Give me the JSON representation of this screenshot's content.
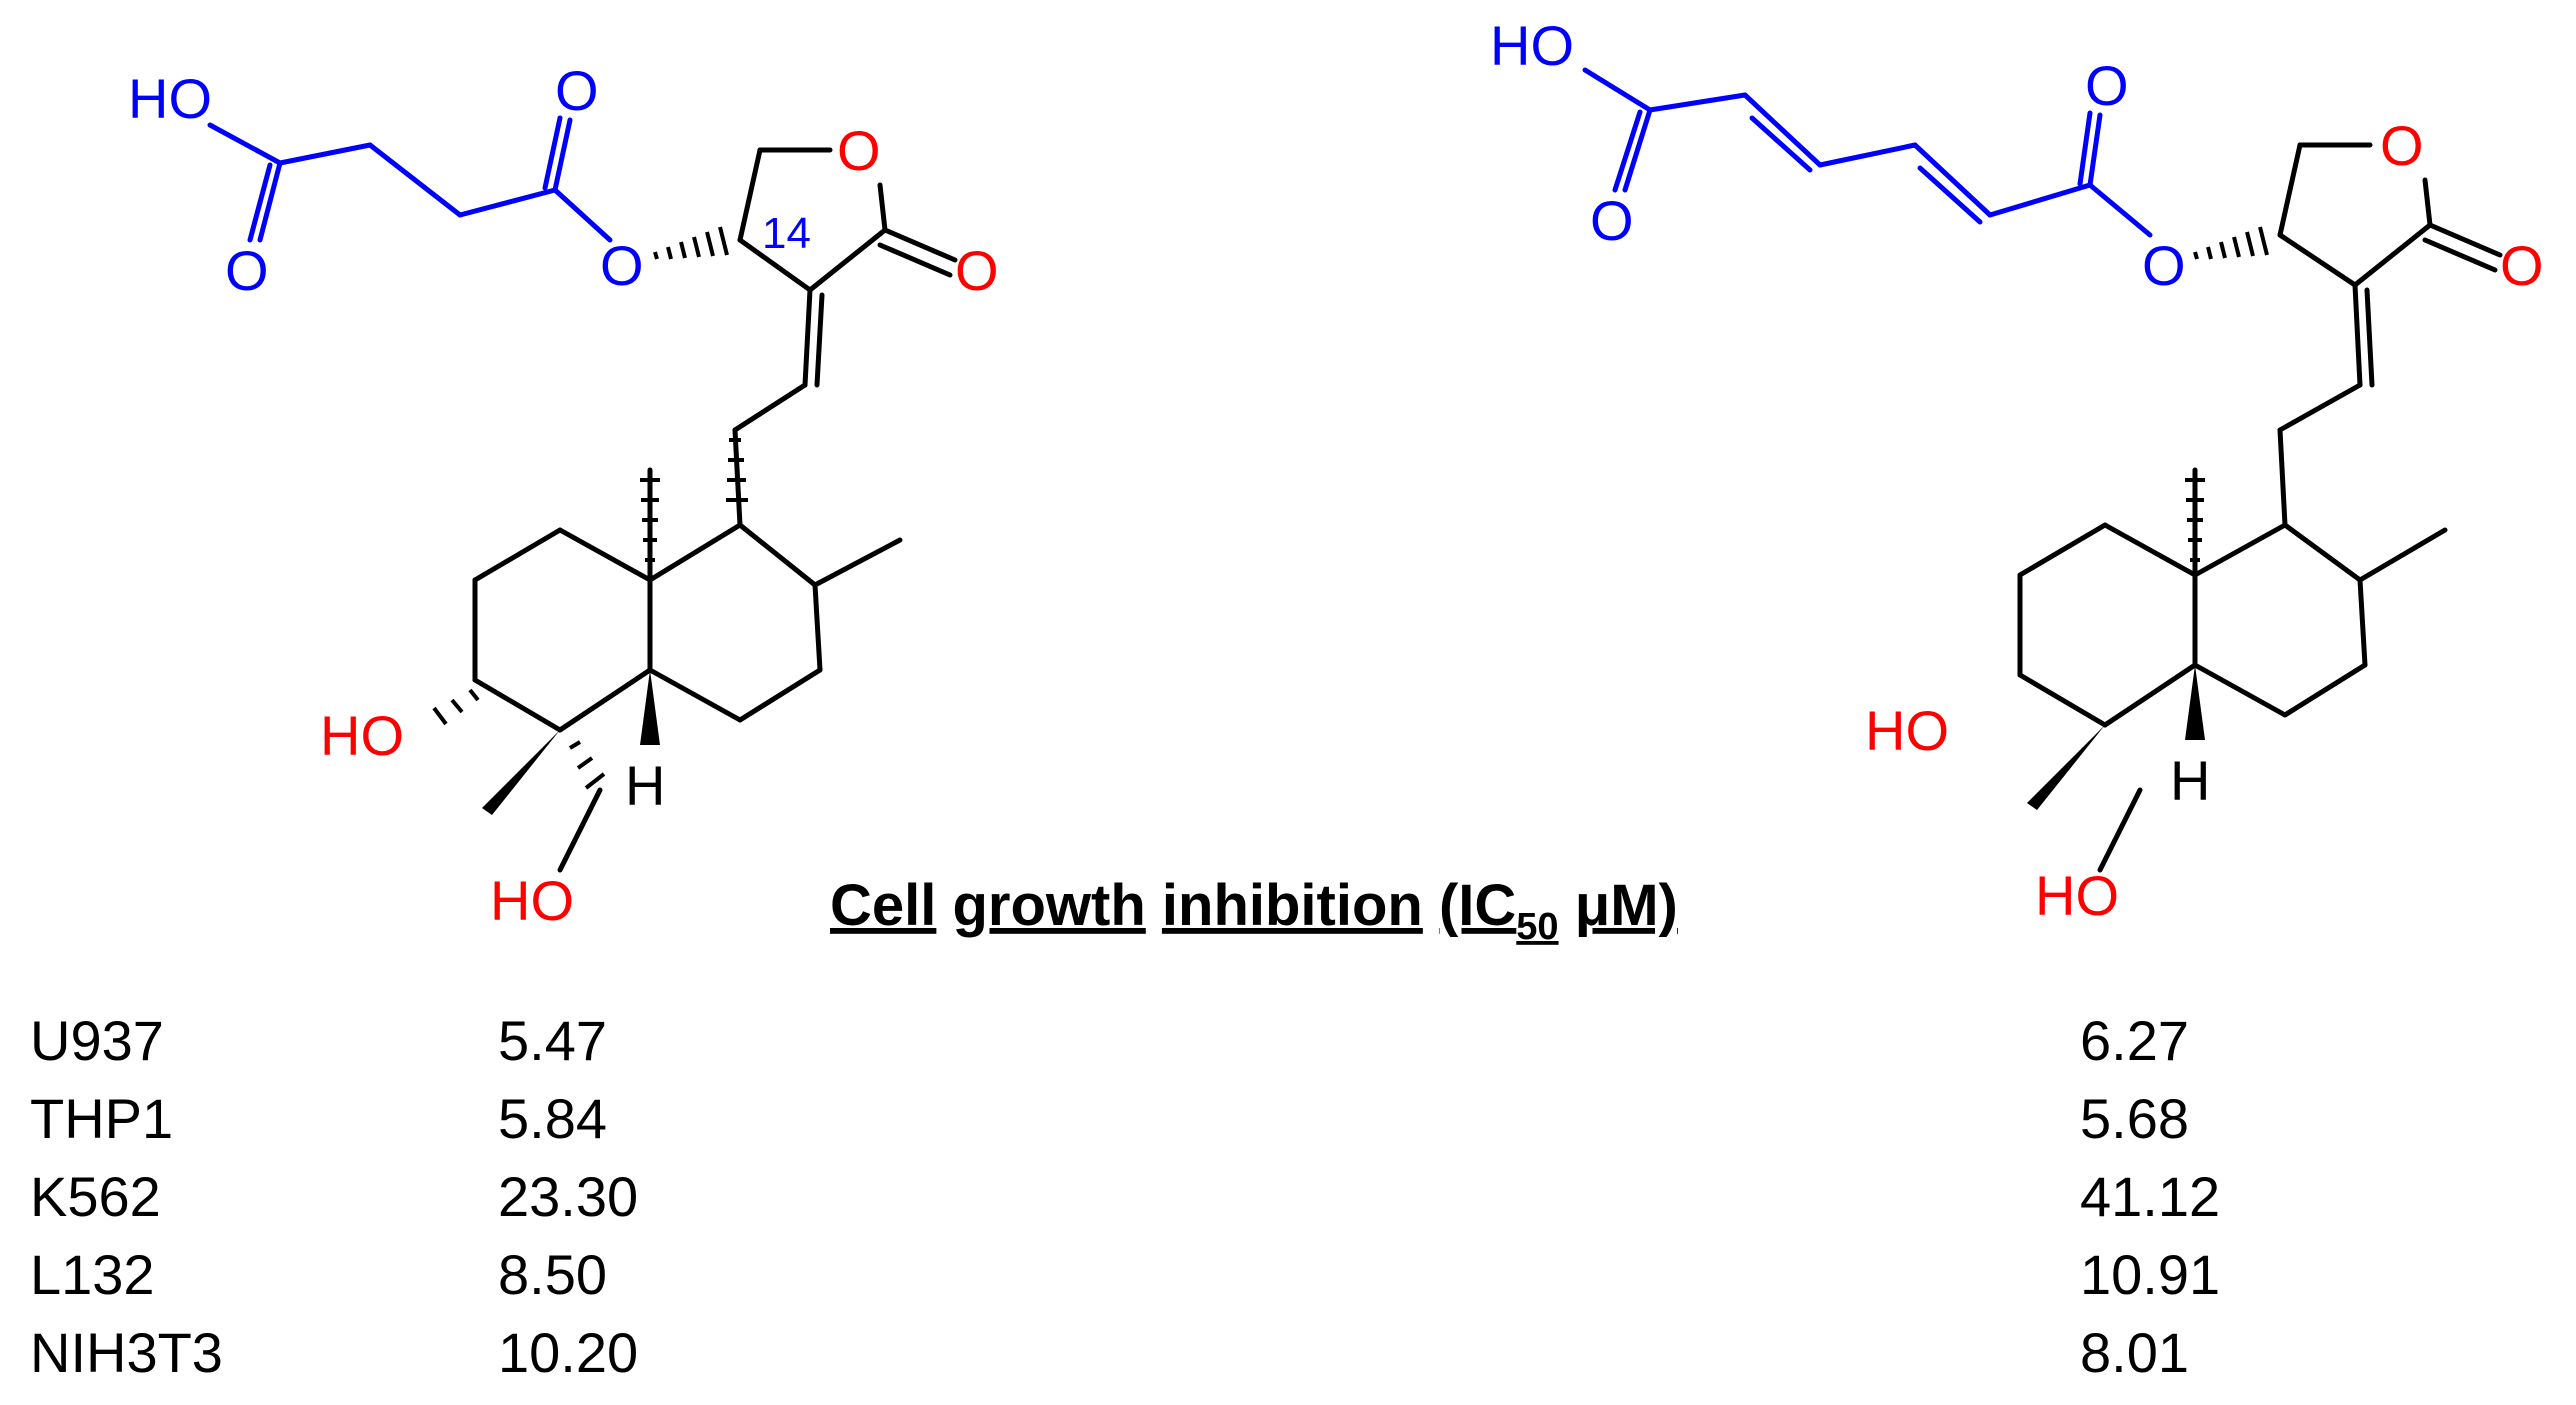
{
  "atoms": {
    "ho": "HO",
    "o": "O",
    "h": "H"
  },
  "position_label": "14",
  "table": {
    "title_words": [
      "Cell",
      "growth",
      "inhibition"
    ],
    "title_unit_prefix": "(IC",
    "title_unit_sub": "50",
    "title_unit_suffix": "μM)",
    "rows": [
      {
        "cell_line": "U937",
        "compound_1": "5.47",
        "compound_2": "6.27"
      },
      {
        "cell_line": "THP1",
        "compound_1": "5.84",
        "compound_2": "5.68"
      },
      {
        "cell_line": "K562",
        "compound_1": "23.30",
        "compound_2": "41.12"
      },
      {
        "cell_line": "L132",
        "compound_1": "8.50",
        "compound_2": "10.91"
      },
      {
        "cell_line": "NIH3T3",
        "compound_1": "10.20",
        "compound_2": "8.01"
      }
    ]
  },
  "colors": {
    "heteroatom": "#ff0000",
    "modified_chain": "#0000ff",
    "skeleton": "#000000"
  }
}
